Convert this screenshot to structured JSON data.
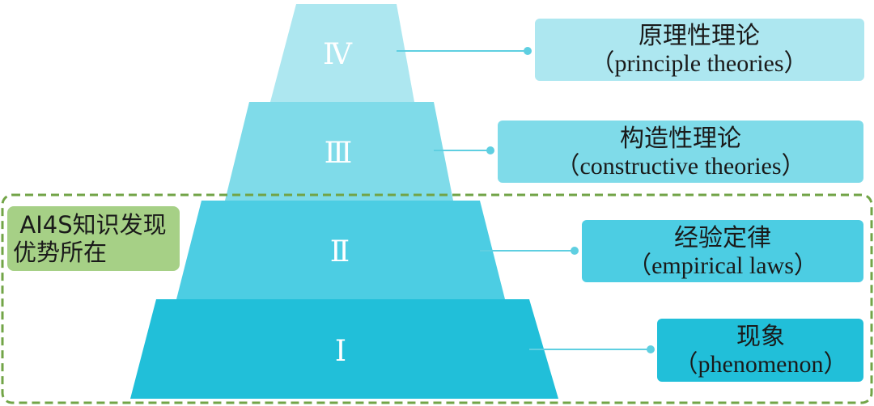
{
  "colors": {
    "tier_4": "#ade7f0",
    "tier_3": "#7fdbe9",
    "tier_2": "#4ccde3",
    "tier_1": "#21bfd9",
    "connector": "#5fcfe1",
    "region_border": "#72a447",
    "region_label_bg": "#a6d086"
  },
  "tiers": [
    {
      "numeral": "Ⅳ",
      "label_cn": "原理性理论",
      "label_en": "（principle theories）"
    },
    {
      "numeral": "Ⅲ",
      "label_cn": "构造性理论",
      "label_en": "（constructive theories）"
    },
    {
      "numeral": "Ⅱ",
      "label_cn": "经验定律",
      "label_en": "（empirical laws）"
    },
    {
      "numeral": "Ⅰ",
      "label_cn": "现象",
      "label_en": "（phenomenon）"
    }
  ],
  "region": {
    "label_line1": "AI4S知识发现",
    "label_line2": "优势所在"
  }
}
